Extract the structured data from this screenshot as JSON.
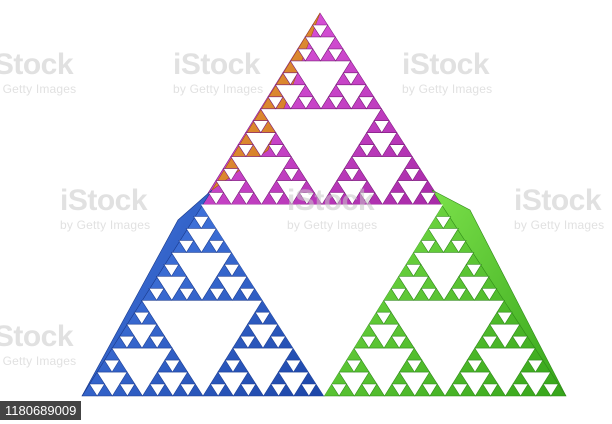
{
  "watermark": {
    "brand": "iStock",
    "subtitle": "by Getty Images"
  },
  "stock_id": "1180689009",
  "colors": {
    "top_face": "#d23bd2",
    "top_face_dark": "#8a1f8a",
    "apex_face": "#e38b2e",
    "left_face": "#2f62d1",
    "left_face_dark": "#1a3a8c",
    "right_face": "#4fc92b",
    "right_face_dark": "#2f8a18",
    "background": "#ffffff"
  },
  "subject": {
    "icon": "sierpinski-pyramid"
  }
}
